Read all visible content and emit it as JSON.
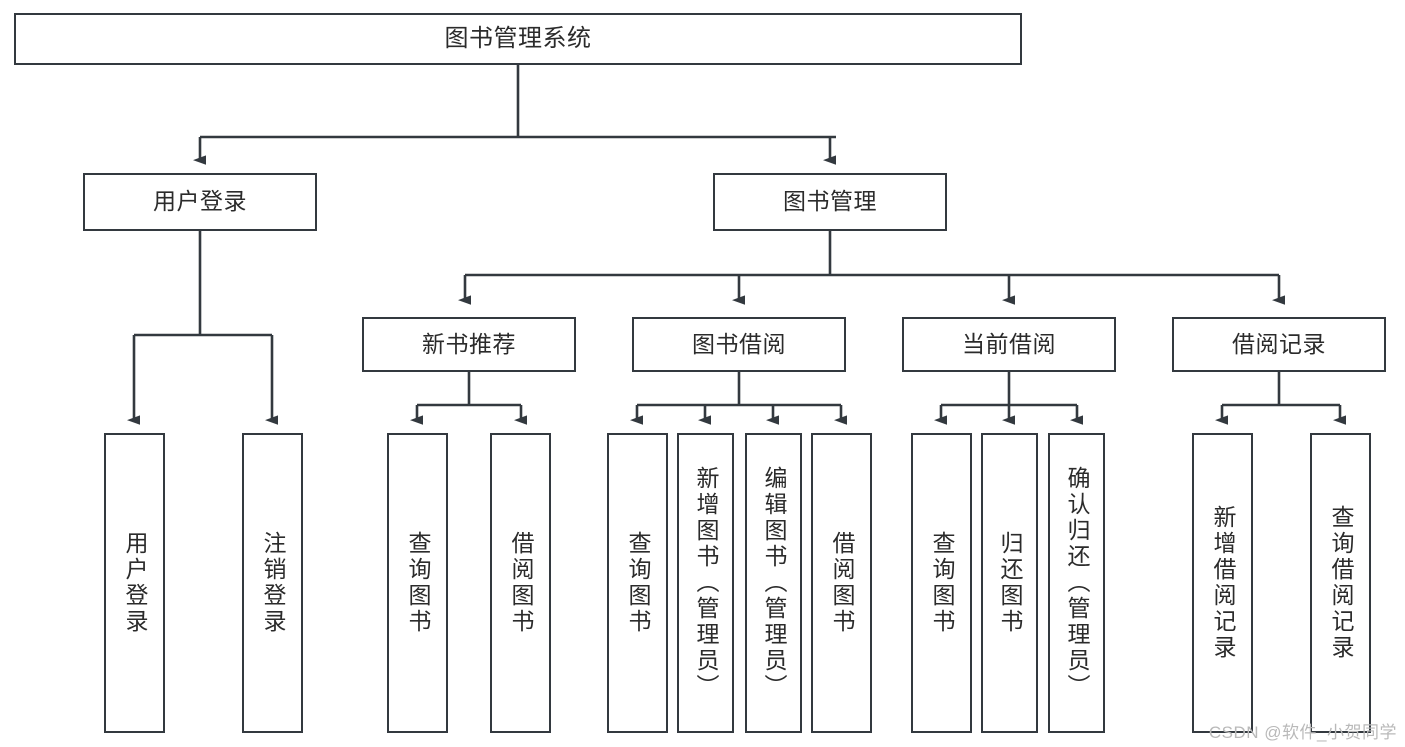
{
  "diagram": {
    "title": "图书管理系统",
    "type": "tree-hierarchy-chart",
    "watermark": "CSDN @软件_小贺同学",
    "colors": {
      "stroke": "#33393f",
      "text": "#2b2b2b",
      "background": "#ffffff",
      "watermark": "#b9b9b9"
    },
    "nodes": {
      "root": {
        "label": "图书管理系统"
      },
      "level2": [
        {
          "key": "user-login",
          "label": "用户登录"
        },
        {
          "key": "book-management",
          "label": "图书管理"
        }
      ],
      "level3": [
        {
          "key": "new-book-recommend",
          "label": "新书推荐"
        },
        {
          "key": "book-borrow",
          "label": "图书借阅"
        },
        {
          "key": "current-borrow",
          "label": "当前借阅"
        },
        {
          "key": "borrow-record",
          "label": "借阅记录"
        }
      ],
      "leaves": [
        {
          "key": "leaf-user-login",
          "label": "用户登录",
          "parent": "user-login"
        },
        {
          "key": "leaf-logout-login",
          "label": "注销登录",
          "parent": "user-login"
        },
        {
          "key": "leaf-query-book-1",
          "label": "查询图书",
          "parent": "new-book-recommend"
        },
        {
          "key": "leaf-borrow-book-1",
          "label": "借阅图书",
          "parent": "new-book-recommend"
        },
        {
          "key": "leaf-query-book-2",
          "label": "查询图书",
          "parent": "book-borrow"
        },
        {
          "key": "leaf-add-book",
          "label": "新增图书（管理员）",
          "parent": "book-borrow"
        },
        {
          "key": "leaf-edit-book",
          "label": "编辑图书（管理员）",
          "parent": "book-borrow"
        },
        {
          "key": "leaf-borrow-book-2",
          "label": "借阅图书",
          "parent": "book-borrow"
        },
        {
          "key": "leaf-query-book-3",
          "label": "查询图书",
          "parent": "current-borrow"
        },
        {
          "key": "leaf-return-book",
          "label": "归还图书",
          "parent": "current-borrow"
        },
        {
          "key": "leaf-confirm-return",
          "label": "确认归还（管理员）",
          "parent": "current-borrow"
        },
        {
          "key": "leaf-add-record",
          "label": "新增借阅记录",
          "parent": "borrow-record"
        },
        {
          "key": "leaf-query-record",
          "label": "查询借阅记录",
          "parent": "borrow-record"
        }
      ]
    }
  }
}
